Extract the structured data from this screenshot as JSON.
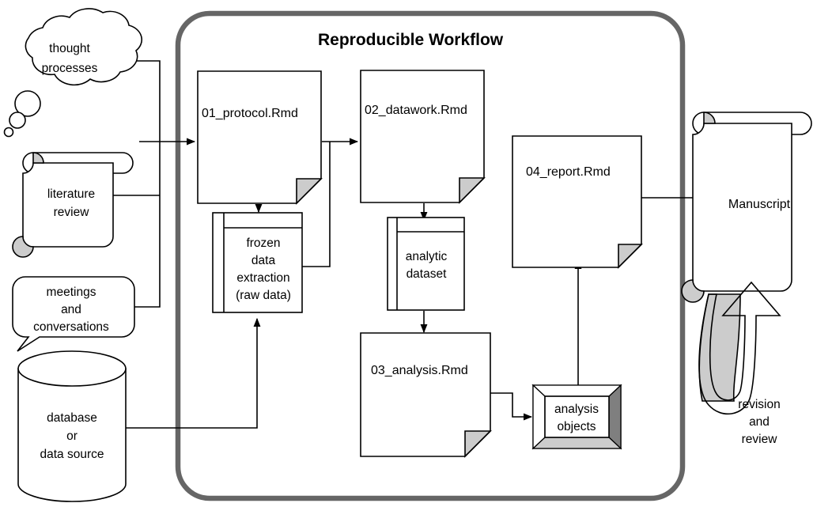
{
  "diagram": {
    "title": "Reproducible Workflow",
    "boundary_label": "Reproducible Workflow",
    "colors": {
      "boundary_stroke": "#666666",
      "shape_stroke": "#000000",
      "shape_fill": "#ffffff",
      "fold_fill": "#cccccc",
      "bevel_dark": "#7f7f7f",
      "bevel_mid": "#cccccc",
      "background": "#ffffff"
    },
    "inputs": [
      {
        "id": "thought-processes",
        "shape": "thought-cloud",
        "lines": [
          "thought",
          "processes"
        ]
      },
      {
        "id": "literature-review",
        "shape": "scroll",
        "lines": [
          "literature",
          "review"
        ]
      },
      {
        "id": "meetings",
        "shape": "speech-callout",
        "lines": [
          "meetings",
          "and",
          "conversations"
        ]
      },
      {
        "id": "database",
        "shape": "cylinder",
        "lines": [
          "database",
          "or",
          "data source"
        ]
      }
    ],
    "documents": [
      {
        "id": "protocol",
        "shape": "document-folded",
        "label": "01_protocol.Rmd"
      },
      {
        "id": "datawork",
        "shape": "document-folded",
        "label": "02_datawork.Rmd"
      },
      {
        "id": "report",
        "shape": "document-folded",
        "label": "04_report.Rmd"
      },
      {
        "id": "analysis",
        "shape": "document-folded",
        "label": "03_analysis.Rmd"
      }
    ],
    "datastores": [
      {
        "id": "frozen-data",
        "shape": "data-store",
        "lines": [
          "frozen",
          "data",
          "extraction",
          "(raw data)"
        ]
      },
      {
        "id": "analytic-dataset",
        "shape": "data-store",
        "lines": [
          "analytic",
          "dataset"
        ]
      }
    ],
    "objects": [
      {
        "id": "analysis-objects",
        "shape": "beveled-box",
        "lines": [
          "analysis",
          "objects"
        ]
      }
    ],
    "outputs": [
      {
        "id": "manuscript",
        "shape": "scroll",
        "lines": [
          "Manuscript"
        ]
      }
    ],
    "loop": {
      "id": "revision-loop",
      "shape": "u-turn-arrow",
      "lines": [
        "revision",
        "and",
        "review"
      ]
    },
    "connections": [
      {
        "from": "thought-processes",
        "to": "protocol"
      },
      {
        "from": "literature-review",
        "to": "protocol"
      },
      {
        "from": "meetings",
        "to": "protocol"
      },
      {
        "from": "database",
        "to": "frozen-data"
      },
      {
        "from": "protocol",
        "to": "frozen-data"
      },
      {
        "from": "protocol",
        "to": "datawork"
      },
      {
        "from": "frozen-data",
        "to": "datawork"
      },
      {
        "from": "datawork",
        "to": "analytic-dataset"
      },
      {
        "from": "analytic-dataset",
        "to": "analysis"
      },
      {
        "from": "analysis",
        "to": "analysis-objects"
      },
      {
        "from": "analysis-objects",
        "to": "report"
      },
      {
        "from": "report",
        "to": "manuscript"
      },
      {
        "from": "manuscript",
        "to": "report",
        "via": "revision-loop"
      }
    ]
  }
}
